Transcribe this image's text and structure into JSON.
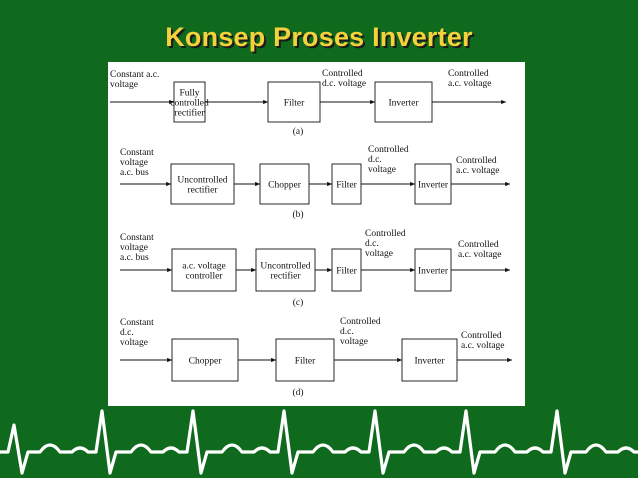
{
  "slide": {
    "title": "Konsep Proses Inverter",
    "colors": {
      "background": "#0f6a1e",
      "title": "#f4d23c",
      "ecg_line": "#ffffff"
    }
  },
  "diagram": {
    "rows": [
      {
        "id": "a",
        "caption": "(a)",
        "input": [
          "Constant a.c.",
          "voltage"
        ],
        "mid": [
          "Controlled",
          "d.c. voltage"
        ],
        "output": [
          "Controlled",
          "a.c. voltage"
        ],
        "blocks": [
          [
            "Fully",
            "controlled",
            "rectifier"
          ],
          [
            "Filter"
          ],
          [
            "Inverter"
          ]
        ]
      },
      {
        "id": "b",
        "caption": "(b)",
        "input": [
          "Constant",
          "voltage",
          "a.c. bus"
        ],
        "mid": [
          "Controlled",
          "d.c.",
          "voltage"
        ],
        "output": [
          "Controlled",
          "a.c.  voltage"
        ],
        "blocks": [
          [
            "Uncontrolled",
            "rectifier"
          ],
          [
            "Chopper"
          ],
          [
            "Filter"
          ],
          [
            "Inverter"
          ]
        ]
      },
      {
        "id": "c",
        "caption": "(c)",
        "input": [
          "Constant",
          "voltage",
          "a.c. bus"
        ],
        "mid": [
          "Controlled",
          "d.c.",
          "voltage"
        ],
        "output": [
          "Controlled",
          "a.c. voltage"
        ],
        "blocks": [
          [
            "a.c. voltage",
            "controller"
          ],
          [
            "Uncontrolled",
            "rectifier"
          ],
          [
            "Filter"
          ],
          [
            "Inverter"
          ]
        ]
      },
      {
        "id": "d",
        "caption": "(d)",
        "input": [
          "Constant",
          "d.c.",
          "voltage"
        ],
        "mid": [
          "Controlled",
          "d.c.",
          "voltage"
        ],
        "output": [
          "Controlled",
          "a.c. voltage"
        ],
        "blocks": [
          [
            "Chopper"
          ],
          [
            "Filter"
          ],
          [
            "Inverter"
          ]
        ]
      }
    ]
  }
}
